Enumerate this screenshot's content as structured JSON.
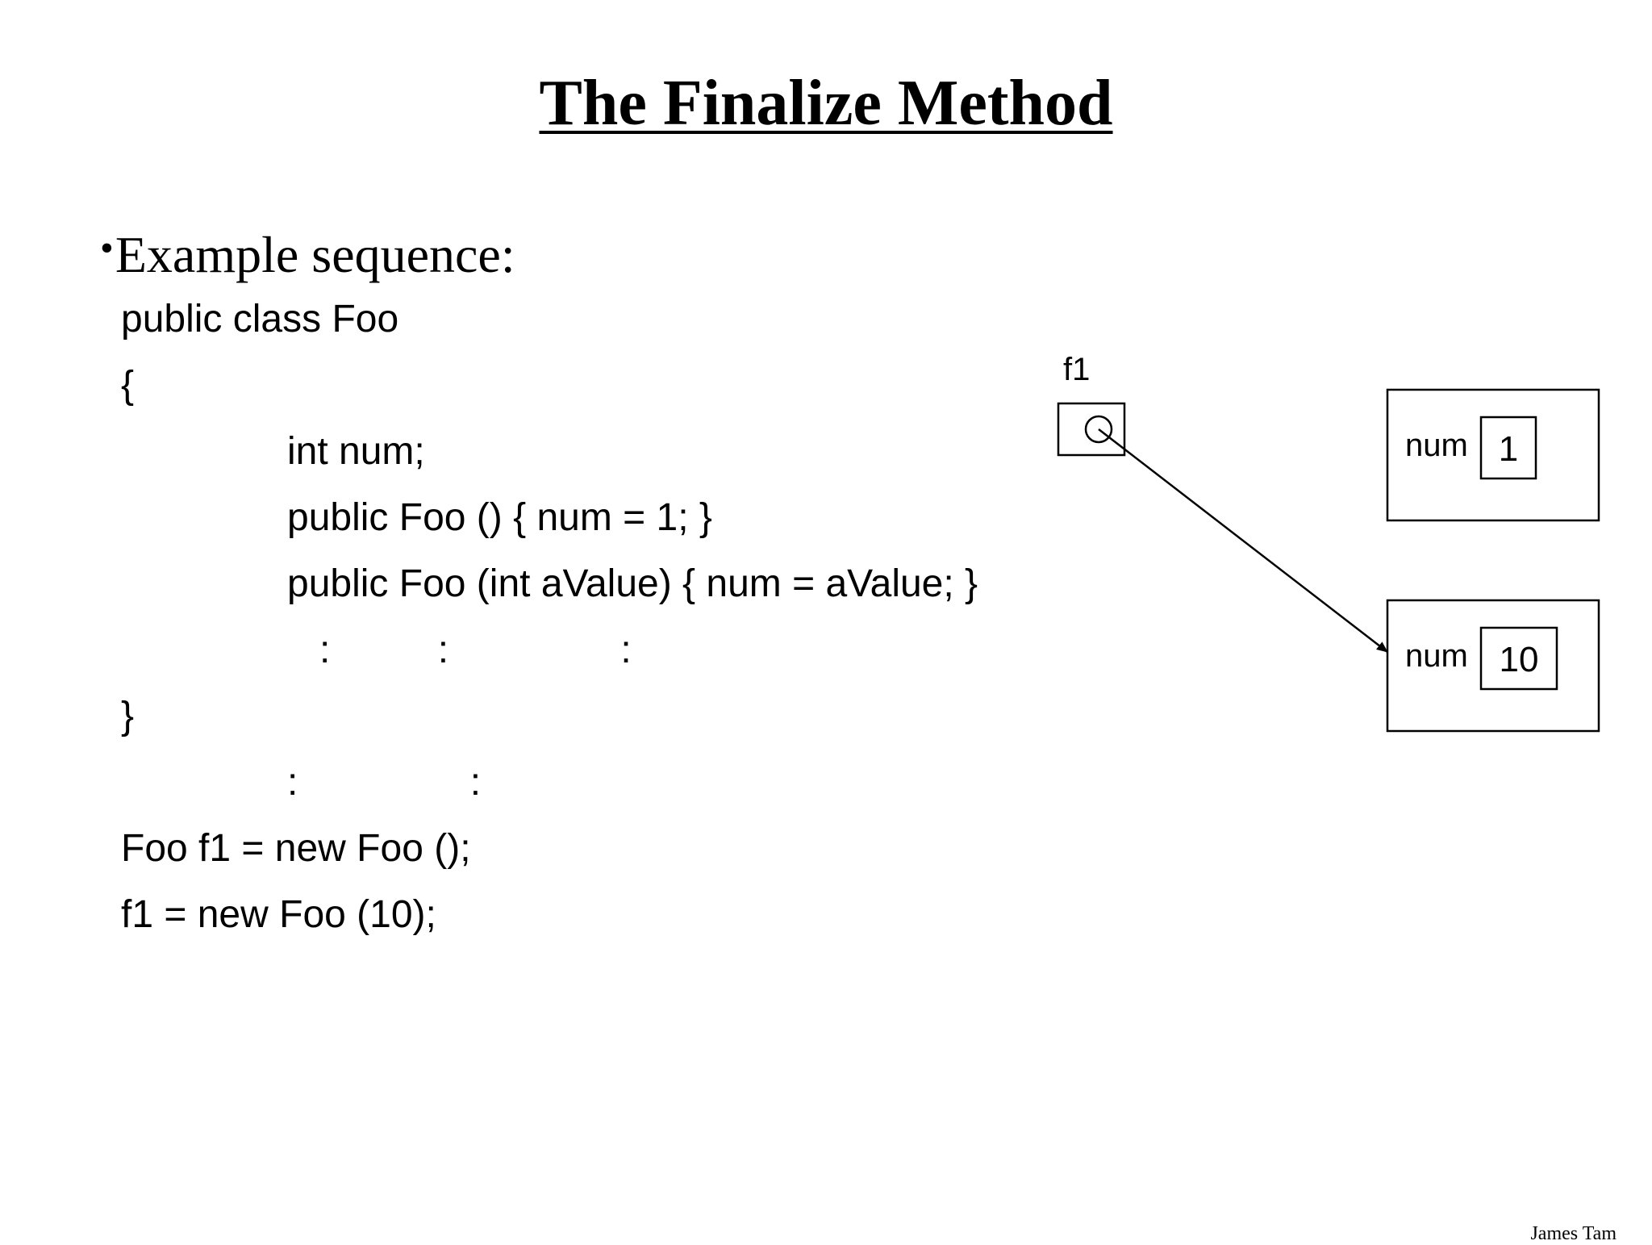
{
  "slide": {
    "title": "The Finalize Method",
    "bullet": {
      "symbol": "•",
      "text": "Example sequence:"
    },
    "code_lines": [
      "public class Foo",
      "{",
      "int num;",
      "public Foo () { num = 1; }",
      "public Foo (int aValue) { num = aValue; }",
      ":          :                :",
      "}",
      ":                :",
      "Foo f1 = new Foo ();",
      "f1 = new Foo (10);"
    ],
    "footer": "James Tam"
  },
  "diagram": {
    "reference": {
      "name": "f1"
    },
    "objects": [
      {
        "field": "num",
        "value": "1"
      },
      {
        "field": "num",
        "value": "10"
      }
    ]
  }
}
